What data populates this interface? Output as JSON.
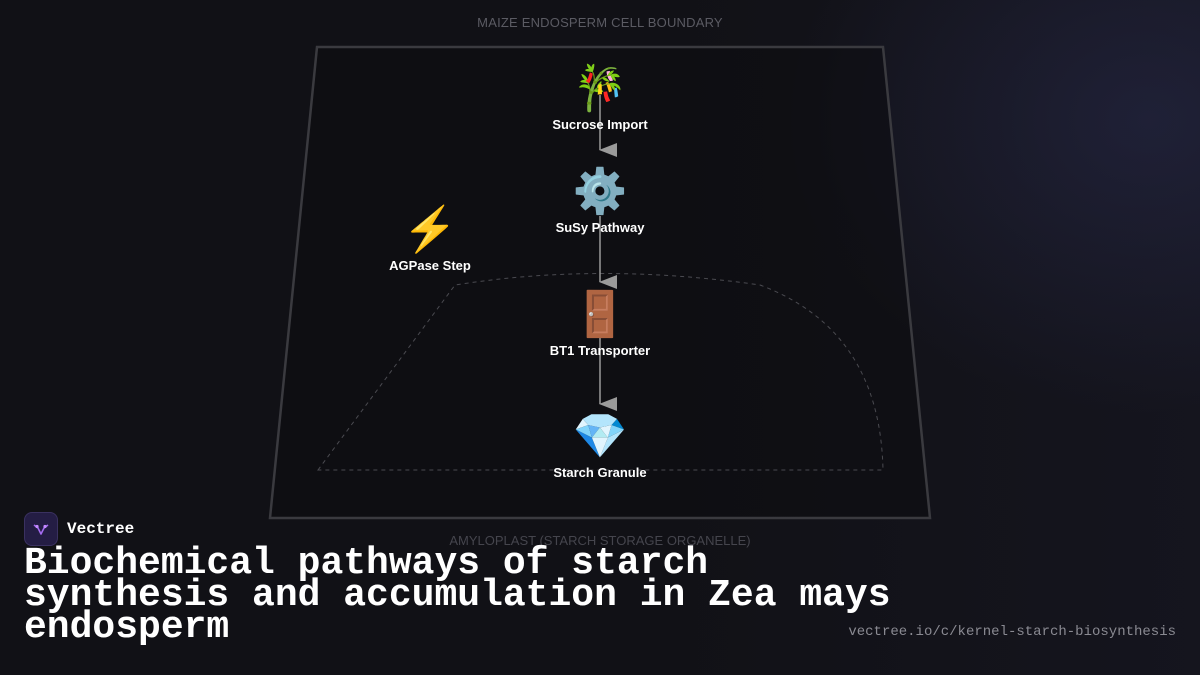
{
  "diagram": {
    "cell_boundary_label": "MAIZE ENDOSPERM CELL BOUNDARY",
    "amyloplast_label": "AMYLOPLAST (STARCH STORAGE ORGANELLE)",
    "nodes": [
      {
        "label": "Sucrose Import",
        "icon": "bamboo-icon",
        "glyph": "🎋"
      },
      {
        "label": "SuSy Pathway",
        "icon": "gear-icon",
        "glyph": "⚙️"
      },
      {
        "label": "AGPase Step",
        "icon": "lightning-icon",
        "glyph": "⚡"
      },
      {
        "label": "BT1 Transporter",
        "icon": "door-icon",
        "glyph": "🚪"
      },
      {
        "label": "Starch Granule",
        "icon": "gem-icon",
        "glyph": "💎"
      }
    ]
  },
  "brand": {
    "name": "Vectree"
  },
  "title": "Biochemical pathways of starch synthesis and accumulation in Zea mays endosperm",
  "url": "vectree.io/c/kernel-starch-biosynthesis",
  "colors": {
    "background": "#111116",
    "boundary": "#3a3a3f",
    "arrow": "#9a9a9a",
    "brand_logo": "#241d44"
  }
}
